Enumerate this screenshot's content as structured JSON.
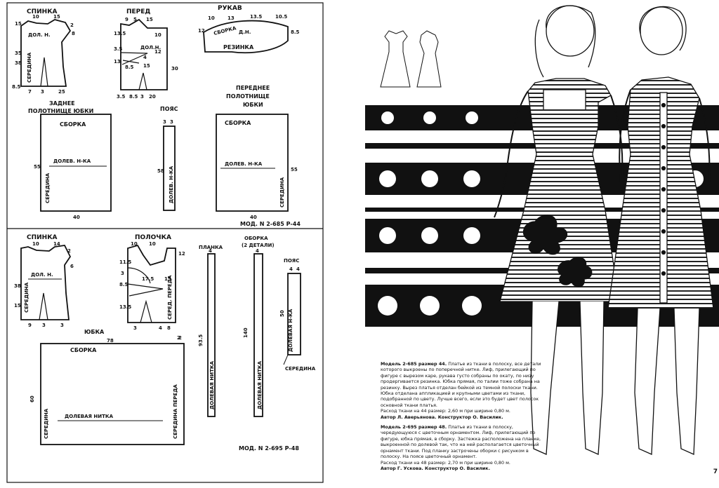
{
  "top_section": {
    "back_label": "СПИНКА",
    "front_label": "ПЕРЕД",
    "sleeve_label": "РУКАВ",
    "sleeve_elastic": "РЕЗИНКА",
    "sleeve_dn": "Д.Н.",
    "sleeve_gather": "СБОРКА",
    "back_grain": "ДОЛ. Н.",
    "back_center": "СЕРЕДИНА",
    "front_grain": "ДОЛ.Н.",
    "back_skirt_title_1": "ЗАДНЕЕ",
    "back_skirt_title_2": "ПОЛОТНИЩЕ ЮБКИ",
    "belt_label": "ПОЯС",
    "front_skirt_title_1": "ПЕРЕДНЕЕ",
    "front_skirt_title_2": "ПОЛОТНИЩЕ",
    "front_skirt_title_3": "ЮБКИ",
    "gather": "СБОРКА",
    "grain": "ДОЛЕВ. Н-КА",
    "center": "СЕРЕДИНА",
    "belt_text": "ДОЛЕВ. Н-КА",
    "model_ref": "МОД. N 2-685 Р-44",
    "numbers": {
      "back_top": [
        "10",
        "15"
      ],
      "back_side": [
        "15",
        "2",
        "8",
        "35",
        "38",
        "8.5"
      ],
      "back_bottom": [
        "7",
        "3",
        "25"
      ],
      "front_top": [
        "9",
        "5",
        "15",
        "13.5"
      ],
      "front_side": [
        "10",
        "12",
        "4",
        "3.5",
        "13",
        "8.5",
        "15",
        "30"
      ],
      "front_bottom": [
        "3.5",
        "8.5",
        "3",
        "20"
      ],
      "sleeve_top": [
        "10",
        "13",
        "13.5",
        "10.5"
      ],
      "sleeve_side": [
        "12",
        "8.5"
      ],
      "skirt_height": "55",
      "skirt_width": "40",
      "belt_top": [
        "3",
        "3"
      ],
      "belt_len": "58"
    }
  },
  "bottom_section": {
    "back_label": "СПИНКА",
    "front_label": "ПОЛОЧКА",
    "placket_label": "ПЛАНКА",
    "ruffle_label_1": "ОБОРКА",
    "ruffle_label_2": "(2 ДЕТАЛИ)",
    "belt_label": "ПОЯС",
    "back_grain": "ДОЛ. Н.",
    "back_center": "СЕРЕДИНА",
    "front_center": "СЕРЕД. ПЕРЕДА",
    "placket_text": "ДОЛЕВАЯ НИТКА",
    "ruffle_text": "ДОЛЕВАЯ НИТКА",
    "belt_text": "ДОЛЕВАЯ Н-КА",
    "belt_center": "СЕРЕДИНА",
    "skirt_label": "ЮБКА",
    "skirt_gather": "СБОРКА",
    "skirt_grain": "ДОЛЕВАЯ НИТКА",
    "skirt_center_left": "СЕРЕДИНА",
    "skirt_center_right": "СЕРЕДИНА ПЕРЕДА",
    "model_ref": "МОД. N 2-695 Р-48",
    "numbers": {
      "back_top": [
        "10",
        "14"
      ],
      "back_side": [
        "2",
        "6",
        "38",
        "15"
      ],
      "back_bottom": [
        "9",
        "3",
        "3"
      ],
      "front_top": [
        "10",
        "10",
        "12"
      ],
      "front_side": [
        "11.5",
        "3",
        "17.5",
        "8.5",
        "15",
        "13.5"
      ],
      "front_bottom": [
        "3",
        "4",
        "8",
        "2"
      ],
      "placket": [
        "4",
        "93.5"
      ],
      "ruffle": [
        "4",
        "140"
      ],
      "belt": [
        "4",
        "4",
        "50"
      ],
      "skirt": [
        "78",
        "2",
        "60"
      ]
    }
  },
  "caption": {
    "m1_title": "Модель 2-685 размер 44.",
    "m1_text": "Платье из ткани в полоску, все детали которого выкроены по поперечной нитке. Лиф, прилегающий по фигуре с вырезом каре, рукава густо собраны по окату, по низу продергивается резинка. Юбка прямая, по талии тоже собрана на резинку. Вырез платья отделан бейкой из темной полоски ткани. Юбка отделана аппликацией и крупными цветами из ткани, подобранной по цвету. Лучше всего, если это будет цвет полосок основной ткани платья.",
    "m1_cons": "Расход ткани на 44 размер: 2,60 м при ширине 0,80 м.",
    "m1_author": "Автор Л. Аверьянова. Конструктор О. Василик.",
    "m2_title": "Модель 2-695 размер 48.",
    "m2_text": "Платье из ткани в полоску, чередующуюся с цветочным орнаментом. Лиф, прилегающий по фигуре, юбка прямая, в сборку. Застежка расположена на планке, выкроенной по долевой так, что на ней располагается цветочный орнамент ткани. Под планку застрочены оборки с рисунком в полоску. На поясе цветочный орнамент.",
    "m2_cons": "Расход ткани на 48 размер: 2,70 м при ширине 0,80 м.",
    "m2_author": "Автор Г. Ускова. Конструктор О. Василик."
  },
  "page_number": "7"
}
